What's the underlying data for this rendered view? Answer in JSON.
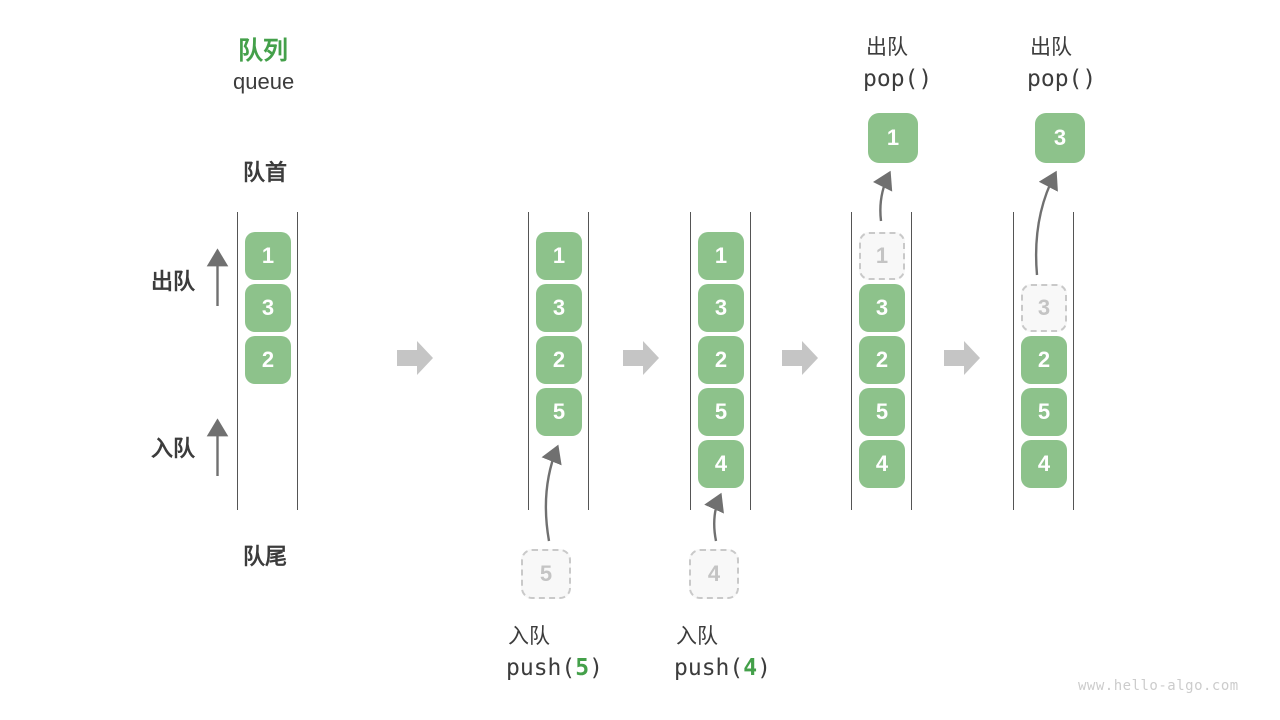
{
  "title": {
    "zh": "队列",
    "en": "queue"
  },
  "labels": {
    "front": "队首",
    "rear": "队尾",
    "dequeue_side": "出队",
    "enqueue_side": "入队"
  },
  "colors": {
    "element_green": "#8dc28b",
    "accent_green": "#44a04a",
    "text_dark": "#3c3c3c",
    "thin_arrow_gray": "#707070",
    "block_arrow_gray": "#c5c5c5",
    "dashed_gray": "#c9c9c9"
  },
  "watermark": "www.hello-algo.com",
  "columns": [
    {
      "name": "state-initial",
      "slots": [
        {
          "value": "1",
          "state": "solid"
        },
        {
          "value": "3",
          "state": "solid"
        },
        {
          "value": "2",
          "state": "solid"
        }
      ]
    },
    {
      "name": "state-after-push-5",
      "slots": [
        {
          "value": "1",
          "state": "solid"
        },
        {
          "value": "3",
          "state": "solid"
        },
        {
          "value": "2",
          "state": "solid"
        },
        {
          "value": "5",
          "state": "solid"
        }
      ],
      "pending": {
        "value": "5"
      },
      "op": {
        "label": "入队",
        "code_open": "push(",
        "code_arg": "5",
        "code_close": ")"
      }
    },
    {
      "name": "state-after-push-4",
      "slots": [
        {
          "value": "1",
          "state": "solid"
        },
        {
          "value": "3",
          "state": "solid"
        },
        {
          "value": "2",
          "state": "solid"
        },
        {
          "value": "5",
          "state": "solid"
        },
        {
          "value": "4",
          "state": "solid"
        }
      ],
      "pending": {
        "value": "4"
      },
      "op": {
        "label": "入队",
        "code_open": "push(",
        "code_arg": "4",
        "code_close": ")"
      }
    },
    {
      "name": "state-after-pop-1",
      "slots": [
        {
          "value": "1",
          "state": "dashed"
        },
        {
          "value": "3",
          "state": "solid"
        },
        {
          "value": "2",
          "state": "solid"
        },
        {
          "value": "5",
          "state": "solid"
        },
        {
          "value": "4",
          "state": "solid"
        }
      ],
      "popped": {
        "value": "1"
      },
      "op": {
        "label": "出队",
        "code": "pop()"
      }
    },
    {
      "name": "state-after-pop-3",
      "slots": [
        {
          "value": "3",
          "state": "dashed"
        },
        {
          "value": "2",
          "state": "solid"
        },
        {
          "value": "5",
          "state": "solid"
        },
        {
          "value": "4",
          "state": "solid"
        }
      ],
      "popped": {
        "value": "3"
      },
      "op": {
        "label": "出队",
        "code": "pop()"
      }
    }
  ]
}
